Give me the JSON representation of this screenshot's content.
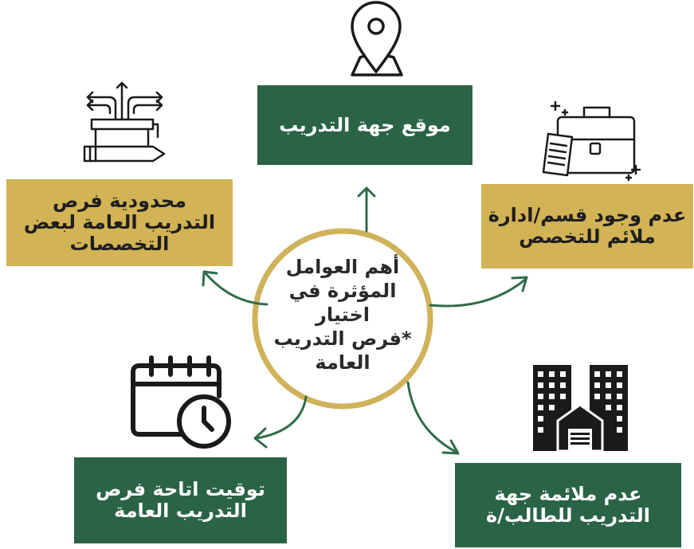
{
  "colors": {
    "green": "#2b6347",
    "gold": "#d2b355",
    "ring": "#d0b25a",
    "arrow": "#2f6d4a",
    "ink": "#1a1a1a"
  },
  "center": {
    "lines": [
      "أهم العوامل",
      "المؤثرة في اختيار",
      "*فرص التدريب",
      "العامة"
    ]
  },
  "factors": {
    "top": {
      "lines": [
        "موقع جهة التدريب"
      ],
      "icon": "location-pin-icon"
    },
    "right_top": {
      "lines": [
        "عدم وجود قسم/ادارة",
        "ملائم للتخصص"
      ],
      "icon": "briefcase-document-icon"
    },
    "left_top": {
      "lines": [
        "محدودية فرص",
        "التدريب العامة لبعض",
        "التخصصات"
      ],
      "icon": "graduation-options-icon"
    },
    "left_bottom": {
      "lines": [
        "توقيت اتاحة فرص",
        "التدريب العامة"
      ],
      "icon": "calendar-clock-icon"
    },
    "right_bottom": {
      "lines": [
        "عدم ملائمة جهة",
        "التدريب للطالب/ة"
      ],
      "icon": "buildings-icon"
    }
  }
}
